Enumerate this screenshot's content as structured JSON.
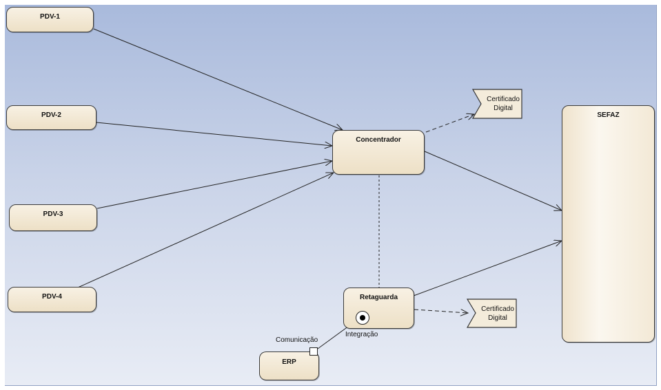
{
  "nodes": {
    "pdv1": "PDV-1",
    "pdv2": "PDV-2",
    "pdv3": "PDV-3",
    "pdv4": "PDV-4",
    "concentrador": "Concentrador",
    "sefaz": "SEFAZ",
    "retaguarda": "Retaguarda",
    "erp": "ERP"
  },
  "artifacts": {
    "cert_top": {
      "line1": "Certificado",
      "line2": "Digital"
    },
    "cert_bottom": {
      "line1": "Certificado",
      "line2": "Digital"
    }
  },
  "ports": {
    "comunicacao": "Comunicação",
    "integracao": "Integração"
  },
  "colors": {
    "background_top": "#a9badc",
    "background_bottom": "#e8ecf5",
    "node_fill": "#f3e9d6",
    "line": "#222222"
  }
}
